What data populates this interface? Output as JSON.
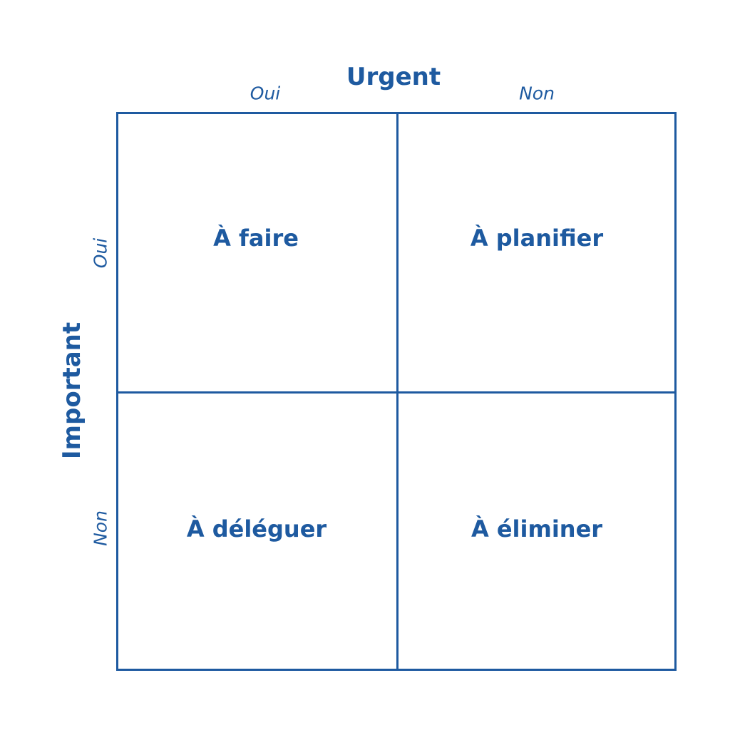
{
  "colors": {
    "primary": "#1e5aa0",
    "background": "#ffffff"
  },
  "x_axis": {
    "title": "Urgent",
    "yes_label": "Oui",
    "no_label": "Non"
  },
  "y_axis": {
    "title": "Important",
    "yes_label": "Oui",
    "no_label": "Non"
  },
  "quadrants": {
    "top_left": "À faire",
    "top_right": "À planifier",
    "bottom_left": "À déléguer",
    "bottom_right": "À éliminer"
  }
}
